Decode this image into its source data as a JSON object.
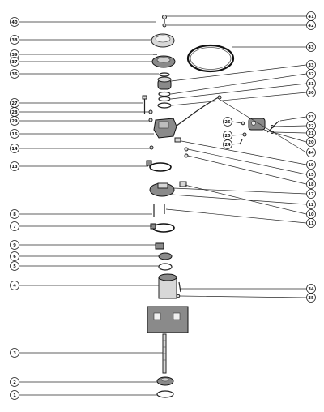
{
  "callouts": {
    "c40": "40",
    "c41": "41",
    "c42": "42",
    "c38": "38",
    "c39": "39",
    "c37": "37",
    "c43": "43",
    "c36": "36",
    "c33": "33",
    "c32": "32",
    "c31": "31",
    "c30": "30",
    "c27": "27",
    "c28": "28",
    "c23": "23",
    "c29": "29",
    "c22": "22",
    "c26": "26",
    "c25": "25",
    "c21": "21",
    "c16": "16",
    "c24": "24",
    "c20": "20",
    "c14": "14",
    "c44": "44",
    "c19": "19",
    "c13": "13",
    "c15": "15",
    "c18": "18",
    "c17": "17",
    "c12": "12",
    "c10": "10",
    "c8": "8",
    "c11": "11",
    "c7": "7",
    "c9": "9",
    "c6": "6",
    "c5": "5",
    "c4": "4",
    "c34": "34",
    "c35": "35",
    "c3": "3",
    "c2": "2",
    "c1": "1"
  }
}
